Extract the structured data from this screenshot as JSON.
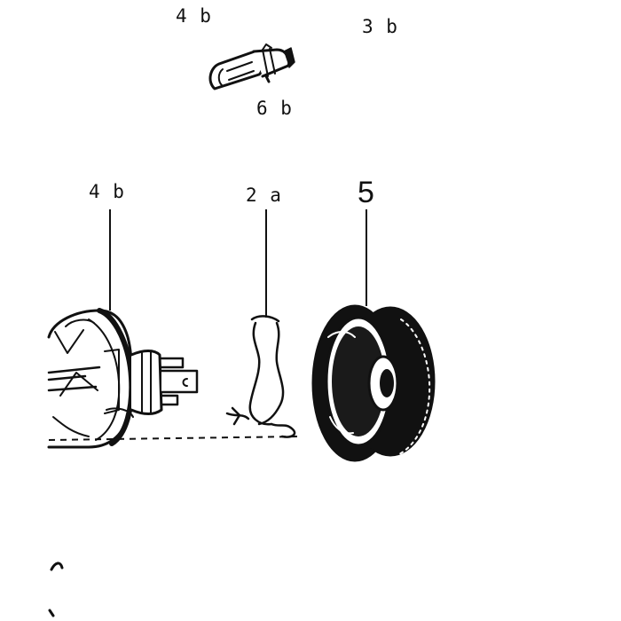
{
  "callouts": {
    "top_left": "4 b",
    "top_right": "3 b",
    "bulb_small": "6 b",
    "headlamp_insert": "4 b",
    "wire_spring": "2 a",
    "lamp_rim": "5"
  },
  "colors": {
    "ink": "#111111",
    "paper": "#ffffff"
  }
}
